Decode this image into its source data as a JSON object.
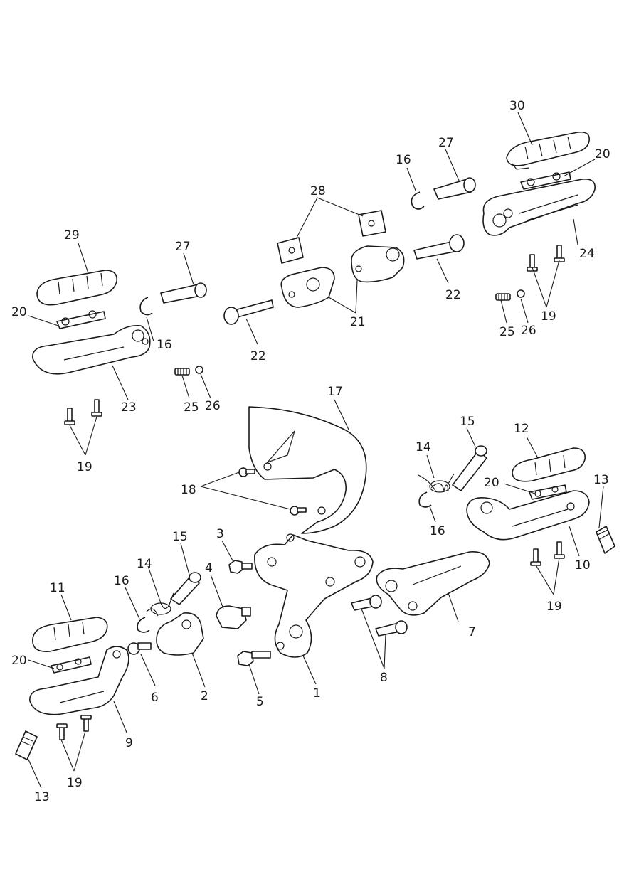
{
  "diagram": {
    "callouts": [
      "1",
      "2",
      "3",
      "4",
      "5",
      "6",
      "7",
      "8",
      "9",
      "10",
      "11",
      "12",
      "13",
      "13",
      "14",
      "14",
      "15",
      "15",
      "16",
      "16",
      "16",
      "16",
      "17",
      "18",
      "19",
      "19",
      "19",
      "19",
      "20",
      "20",
      "20",
      "20",
      "21",
      "22",
      "22",
      "23",
      "24",
      "25",
      "25",
      "26",
      "26",
      "27",
      "27",
      "28",
      "29",
      "30"
    ]
  }
}
